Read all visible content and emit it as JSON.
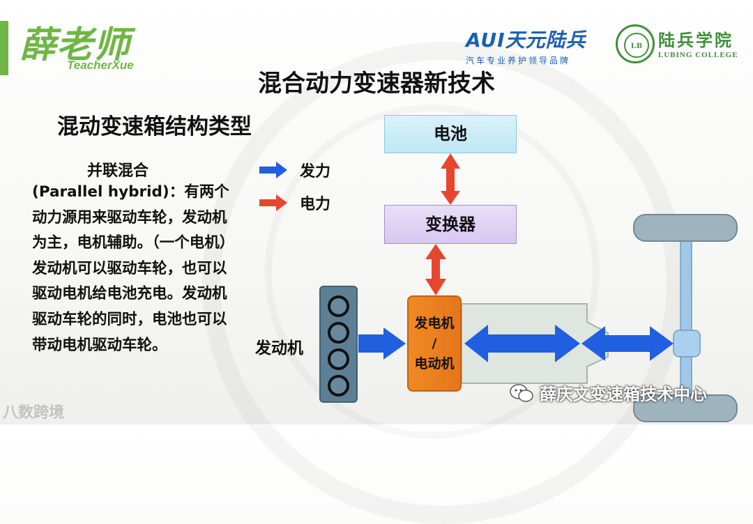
{
  "logo": {
    "cn": "薛老师",
    "en": "TeacherXue"
  },
  "brand": {
    "aui_name": "AUI天元陆兵",
    "aui_tag": "汽车专业养护领导品牌",
    "seal_text": "LB",
    "college_cn": "陆兵学院",
    "college_en": "LUBING COLLEGE"
  },
  "title": "混合动力变速器新技术",
  "subtitle": "混动变速箱结构类型",
  "text": {
    "heading": "并联混合",
    "body": "(Parallel hybrid)：有两个动力源用来驱动车轮，发动机为主，电机辅助。（一个电机）发动机可以驱动车轮，也可以驱动电机给电池充电。发动机驱动车轮的同时，电池也可以带动电机驱动车轮。"
  },
  "legend": [
    {
      "label": "发力",
      "color": "#1f5fe0"
    },
    {
      "label": "电力",
      "color": "#e8452e"
    }
  ],
  "diagram": {
    "battery": "电池",
    "inverter": "变换器",
    "engine": "发动机",
    "generator": [
      "发电机",
      "/",
      "电动机"
    ]
  },
  "watermark": {
    "wechat": "薛庆文变速箱技术中心",
    "bottom": "八数跨境"
  },
  "colors": {
    "logo_green": "#6fb644",
    "aui_blue": "#1a5fb4",
    "college_green": "#3f8f3a"
  }
}
